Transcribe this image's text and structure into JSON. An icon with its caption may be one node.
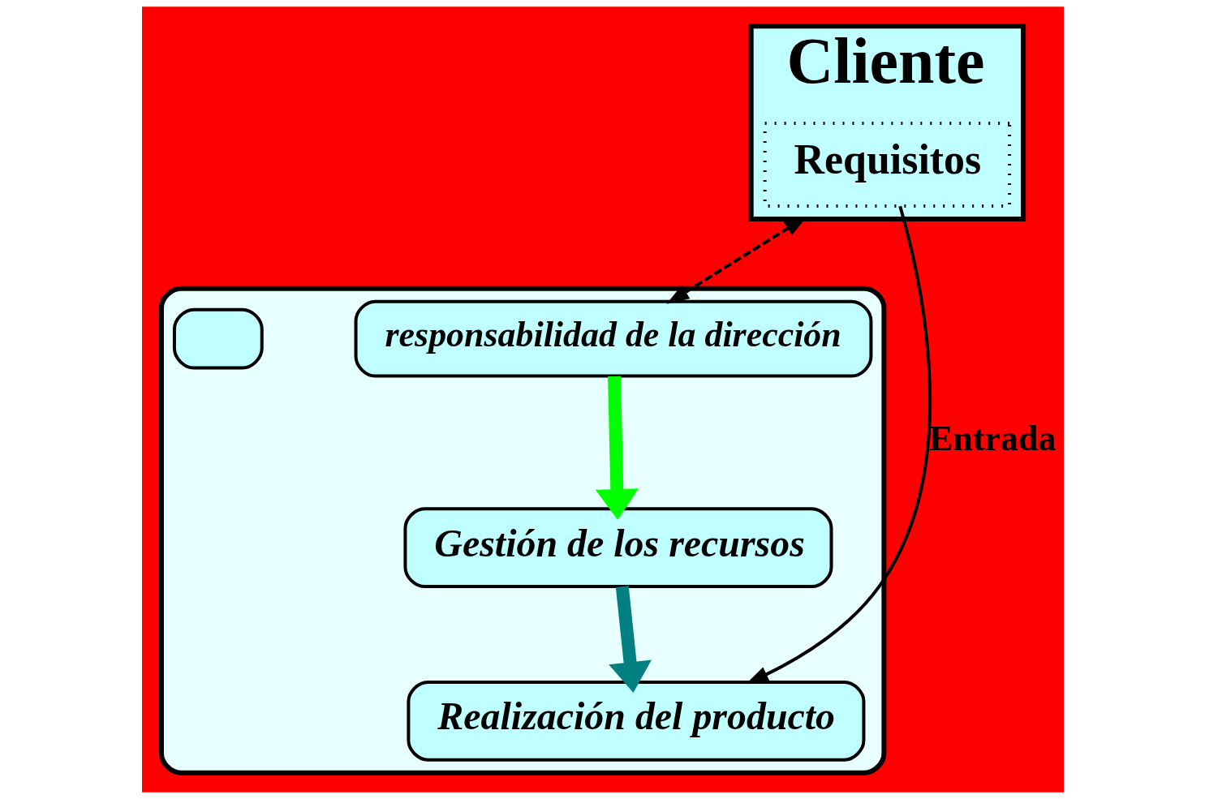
{
  "diagram": {
    "nodes": [
      {
        "text": [
          "Cliente"
        ]
      },
      {
        "text": [
          "Requisitos"
        ],
        "in": 0
      },
      {
        "text": [],
        "shape": "ellipse"
      },
      {
        "text": [
          "responsabilidad de la dirección"
        ],
        "in": 2
      },
      {
        "text": [
          "Gestión de los recursos"
        ],
        "in": 2
      },
      {
        "text": [],
        "shape": "box",
        "in": 2
      },
      {
        "text": [
          "Realización del producto"
        ],
        "in": 2
      }
    ],
    "edges": [
      {
        "from": 0,
        "to": 3,
        "arrow": "both",
        "style": "dashed"
      },
      {
        "from": 3,
        "to": 4,
        "arrow": "to",
        "style": "thick",
        "color": "#00ff00"
      },
      {
        "from": 4,
        "to": 6,
        "arrow": "to",
        "style": "thick",
        "color": "#008080"
      },
      {
        "from": 1,
        "to": 6,
        "arrow": "to",
        "label": "Entrada"
      }
    ]
  }
}
